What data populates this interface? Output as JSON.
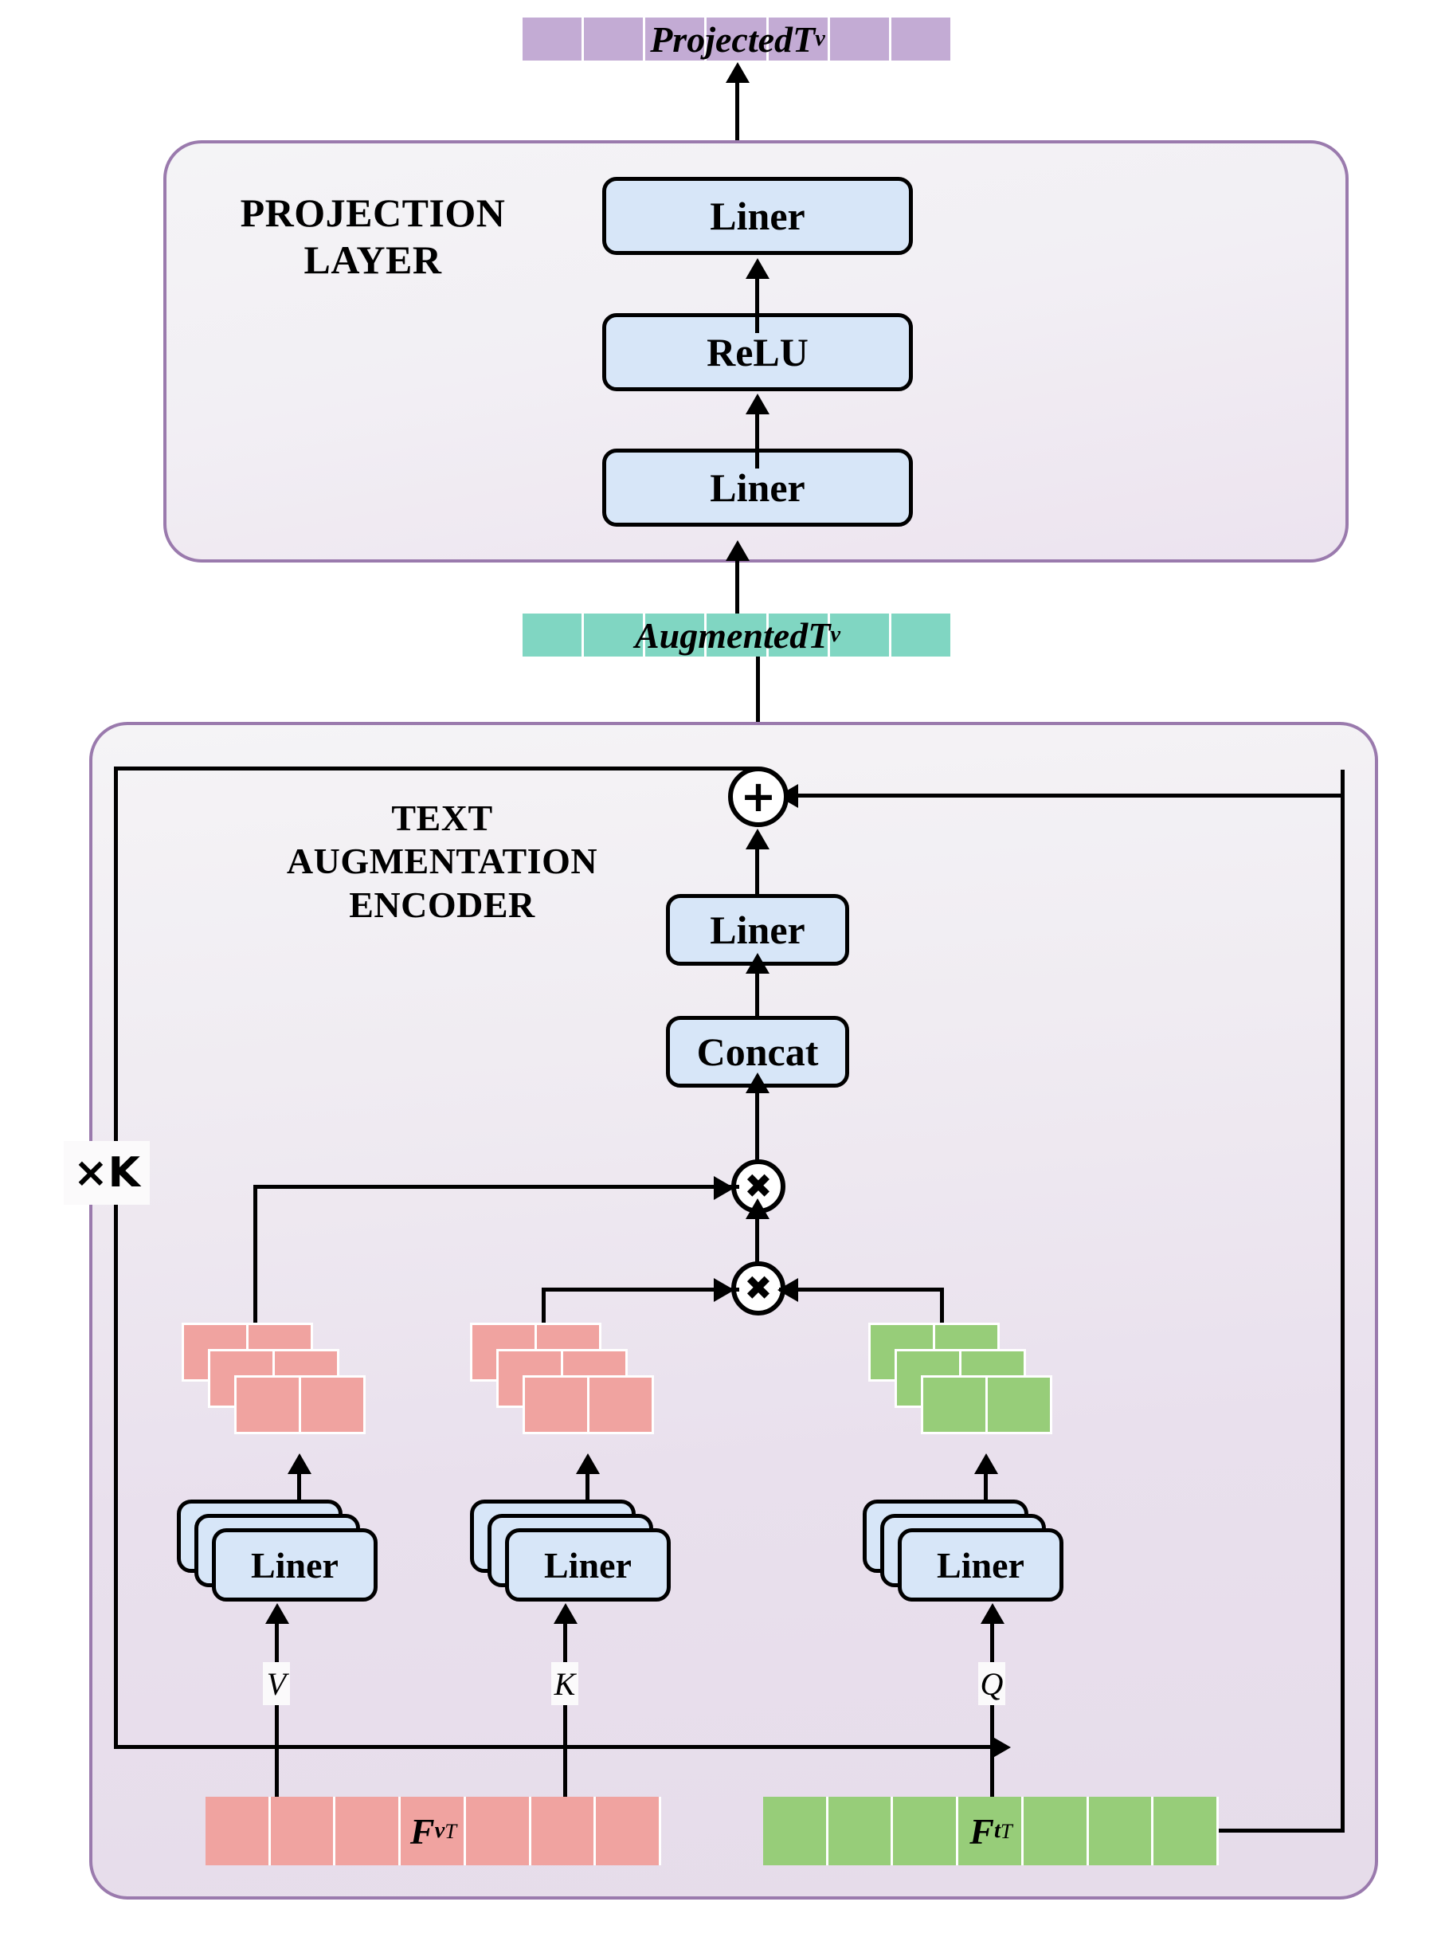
{
  "diagram": {
    "title": "Text Augmentation Encoder and Projection Layer architecture",
    "colors": {
      "panel_border": "#9a7aad",
      "op_box_fill": "#d7e6f8",
      "projected_token": "#c3abd4",
      "augmented_token": "#80d6c2",
      "visual_feature": "#f0a3a0",
      "text_feature": "#97cd79"
    }
  },
  "projection": {
    "panel_title": "PROJECTION\nLAYER",
    "output_strip": {
      "label_main": "ProjectedT",
      "label_sub": "v",
      "cells": 7
    },
    "boxes": [
      {
        "id": "proj-liner-top",
        "label": "Liner"
      },
      {
        "id": "proj-relu",
        "label": "ReLU"
      },
      {
        "id": "proj-liner-bottom",
        "label": "Liner"
      }
    ]
  },
  "augmented_strip": {
    "label_main": "AugmentedT",
    "label_sub": "v",
    "cells": 7
  },
  "encoder": {
    "panel_title": "TEXT\nAUGMENTATION\nENCODER",
    "repeat_label": "×K",
    "add_operator": "➕",
    "multiply_operator": "✖",
    "boxes": [
      {
        "id": "enc-liner",
        "label": "Liner"
      },
      {
        "id": "enc-concat",
        "label": "Concat"
      }
    ],
    "branches": [
      {
        "name": "value",
        "tag": "V",
        "liner_label": "Liner",
        "tensor_color": "#f0a3a0",
        "stack_depth": 3
      },
      {
        "name": "key",
        "tag": "K",
        "liner_label": "Liner",
        "tensor_color": "#f0a3a0",
        "stack_depth": 3
      },
      {
        "name": "query",
        "tag": "Q",
        "liner_label": "Liner",
        "tensor_color": "#97cd79",
        "stack_depth": 3
      }
    ],
    "inputs": [
      {
        "id": "fv",
        "label_main": "F",
        "label_sub": "v",
        "label_sup": "T",
        "cells": 7,
        "color": "#f0a3a0"
      },
      {
        "id": "ft",
        "label_main": "F",
        "label_sub": "t",
        "label_sup": "T",
        "cells": 7,
        "color": "#97cd79"
      }
    ]
  }
}
